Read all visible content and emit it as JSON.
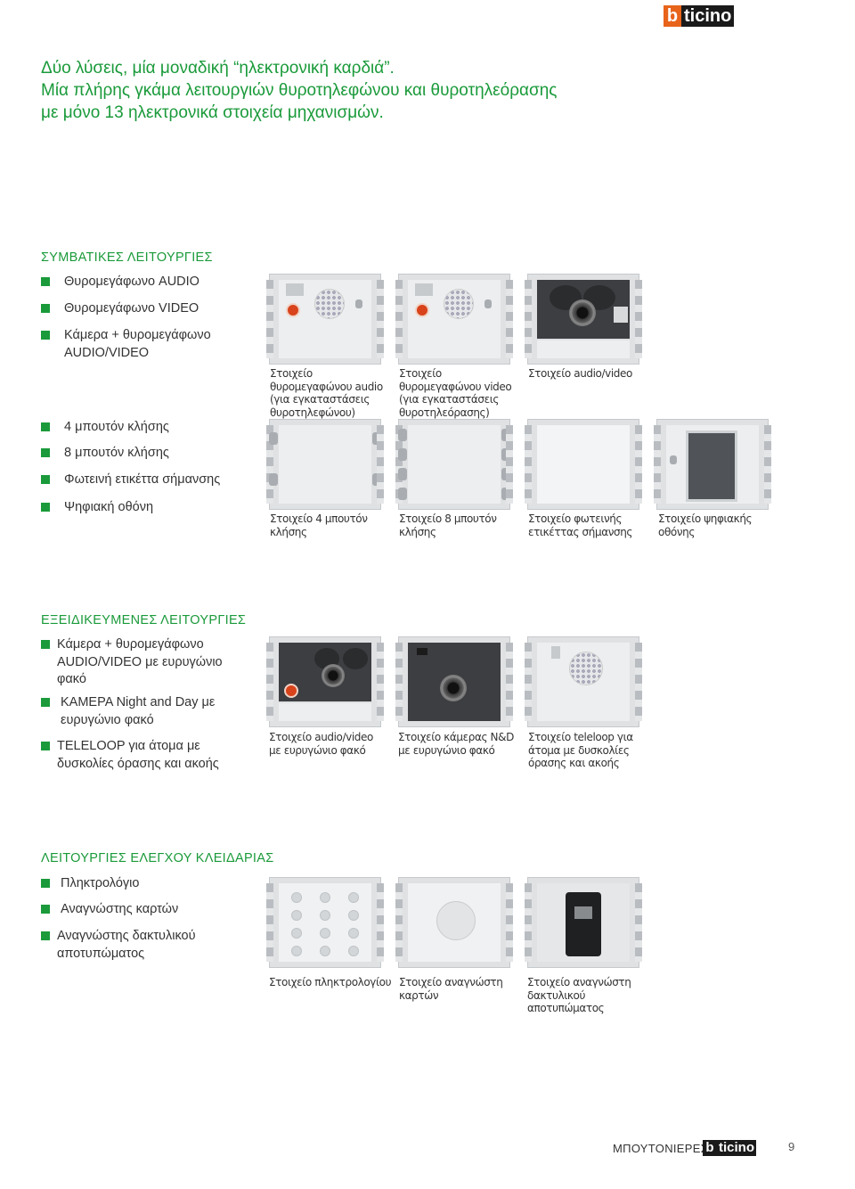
{
  "brand": {
    "logo_b": "b",
    "logo_rest": "ticino"
  },
  "headline": {
    "line1": "Δύο λύσεις, μία μοναδική “ηλεκτρονική καρδιά”.",
    "line2": "Μία πλήρης γκάμα λειτουργιών θυροτηλεφώνου και θυροτηλεόρασης",
    "line3": "με μόνο 13 ηλεκτρονικά στοιχεία μηχανισμών."
  },
  "sections": {
    "standard": {
      "title": "ΣΥΜΒΑΤΙΚΕΣ ΛΕΙΤΟΥΡΓΙΕΣ",
      "features_a": [
        "Θυρομεγάφωνο AUDIO",
        "Θυρομεγάφωνο VIDEO",
        "Κάμερα + θυρομεγάφωνο AUDIO/VIDEO"
      ],
      "features_b": [
        "4 μπουτόν κλήσης",
        "8 μπουτόν κλήσης",
        "Φωτεινή ετικέττα σήμανσης",
        "Ψηφιακή οθόνη"
      ],
      "row1_captions": [
        "Στοιχείο θυρομεγαφώνου audio (για εγκαταστάσεις θυροτηλεφώνου)",
        "Στοιχείο θυρομεγαφώνου video (για εγκαταστάσεις θυροτηλεόρασης)",
        "Στοιχείο audio/video"
      ],
      "row2_captions": [
        "Στοιχείο 4 μπουτόν κλήσης",
        "Στοιχείο 8 μπουτόν κλήσης",
        "Στοιχείο φωτεινής ετικέττας σήμανσης",
        "Στοιχείο ψηφιακής οθόνης"
      ]
    },
    "special": {
      "title": "ΕΞΕΙΔΙΚΕΥΜΕΝΕΣ ΛΕΙΤΟΥΡΓΙΕΣ",
      "features": [
        "Κάμερα + θυρομεγάφωνο AUDIO/VIDEO με ευρυγώνιο φακό",
        "ΚΑΜΕΡΑ Night and Day με ευρυγώνιο φακό",
        "TELELOOP για άτομα με δυσκολίες όρασης και ακοής"
      ],
      "captions": [
        "Στοιχείο audio/video με ευρυγώνιο φακό",
        "Στοιχείο κάμερας N&D με ευρυγώνιο φακό",
        "Στοιχείο teleloop για άτομα με δυσκολίες όρασης και ακοής"
      ]
    },
    "lock": {
      "title": "ΛΕΙΤΟΥΡΓΙΕΣ ΕΛΕΓΧΟΥ ΚΛΕΙΔΑΡΙΑΣ",
      "features": [
        "Πληκτρολόγιο",
        "Αναγνώστης καρτών",
        "Αναγνώστης δακτυλικού αποτυπώματος"
      ],
      "captions": [
        "Στοιχείο πληκτρολογίου",
        "Στοιχείο αναγνώστη καρτών",
        "Στοιχείο αναγνώστη δακτυλικού αποτυπώματος"
      ]
    }
  },
  "footer": {
    "section": "ΜΠΟΥΤΟΝΙΕΡΕΣ",
    "page": "9"
  },
  "colors": {
    "accent": "#1a9a3a",
    "brand_orange": "#e8641b",
    "brand_dark": "#1a1a1a"
  }
}
